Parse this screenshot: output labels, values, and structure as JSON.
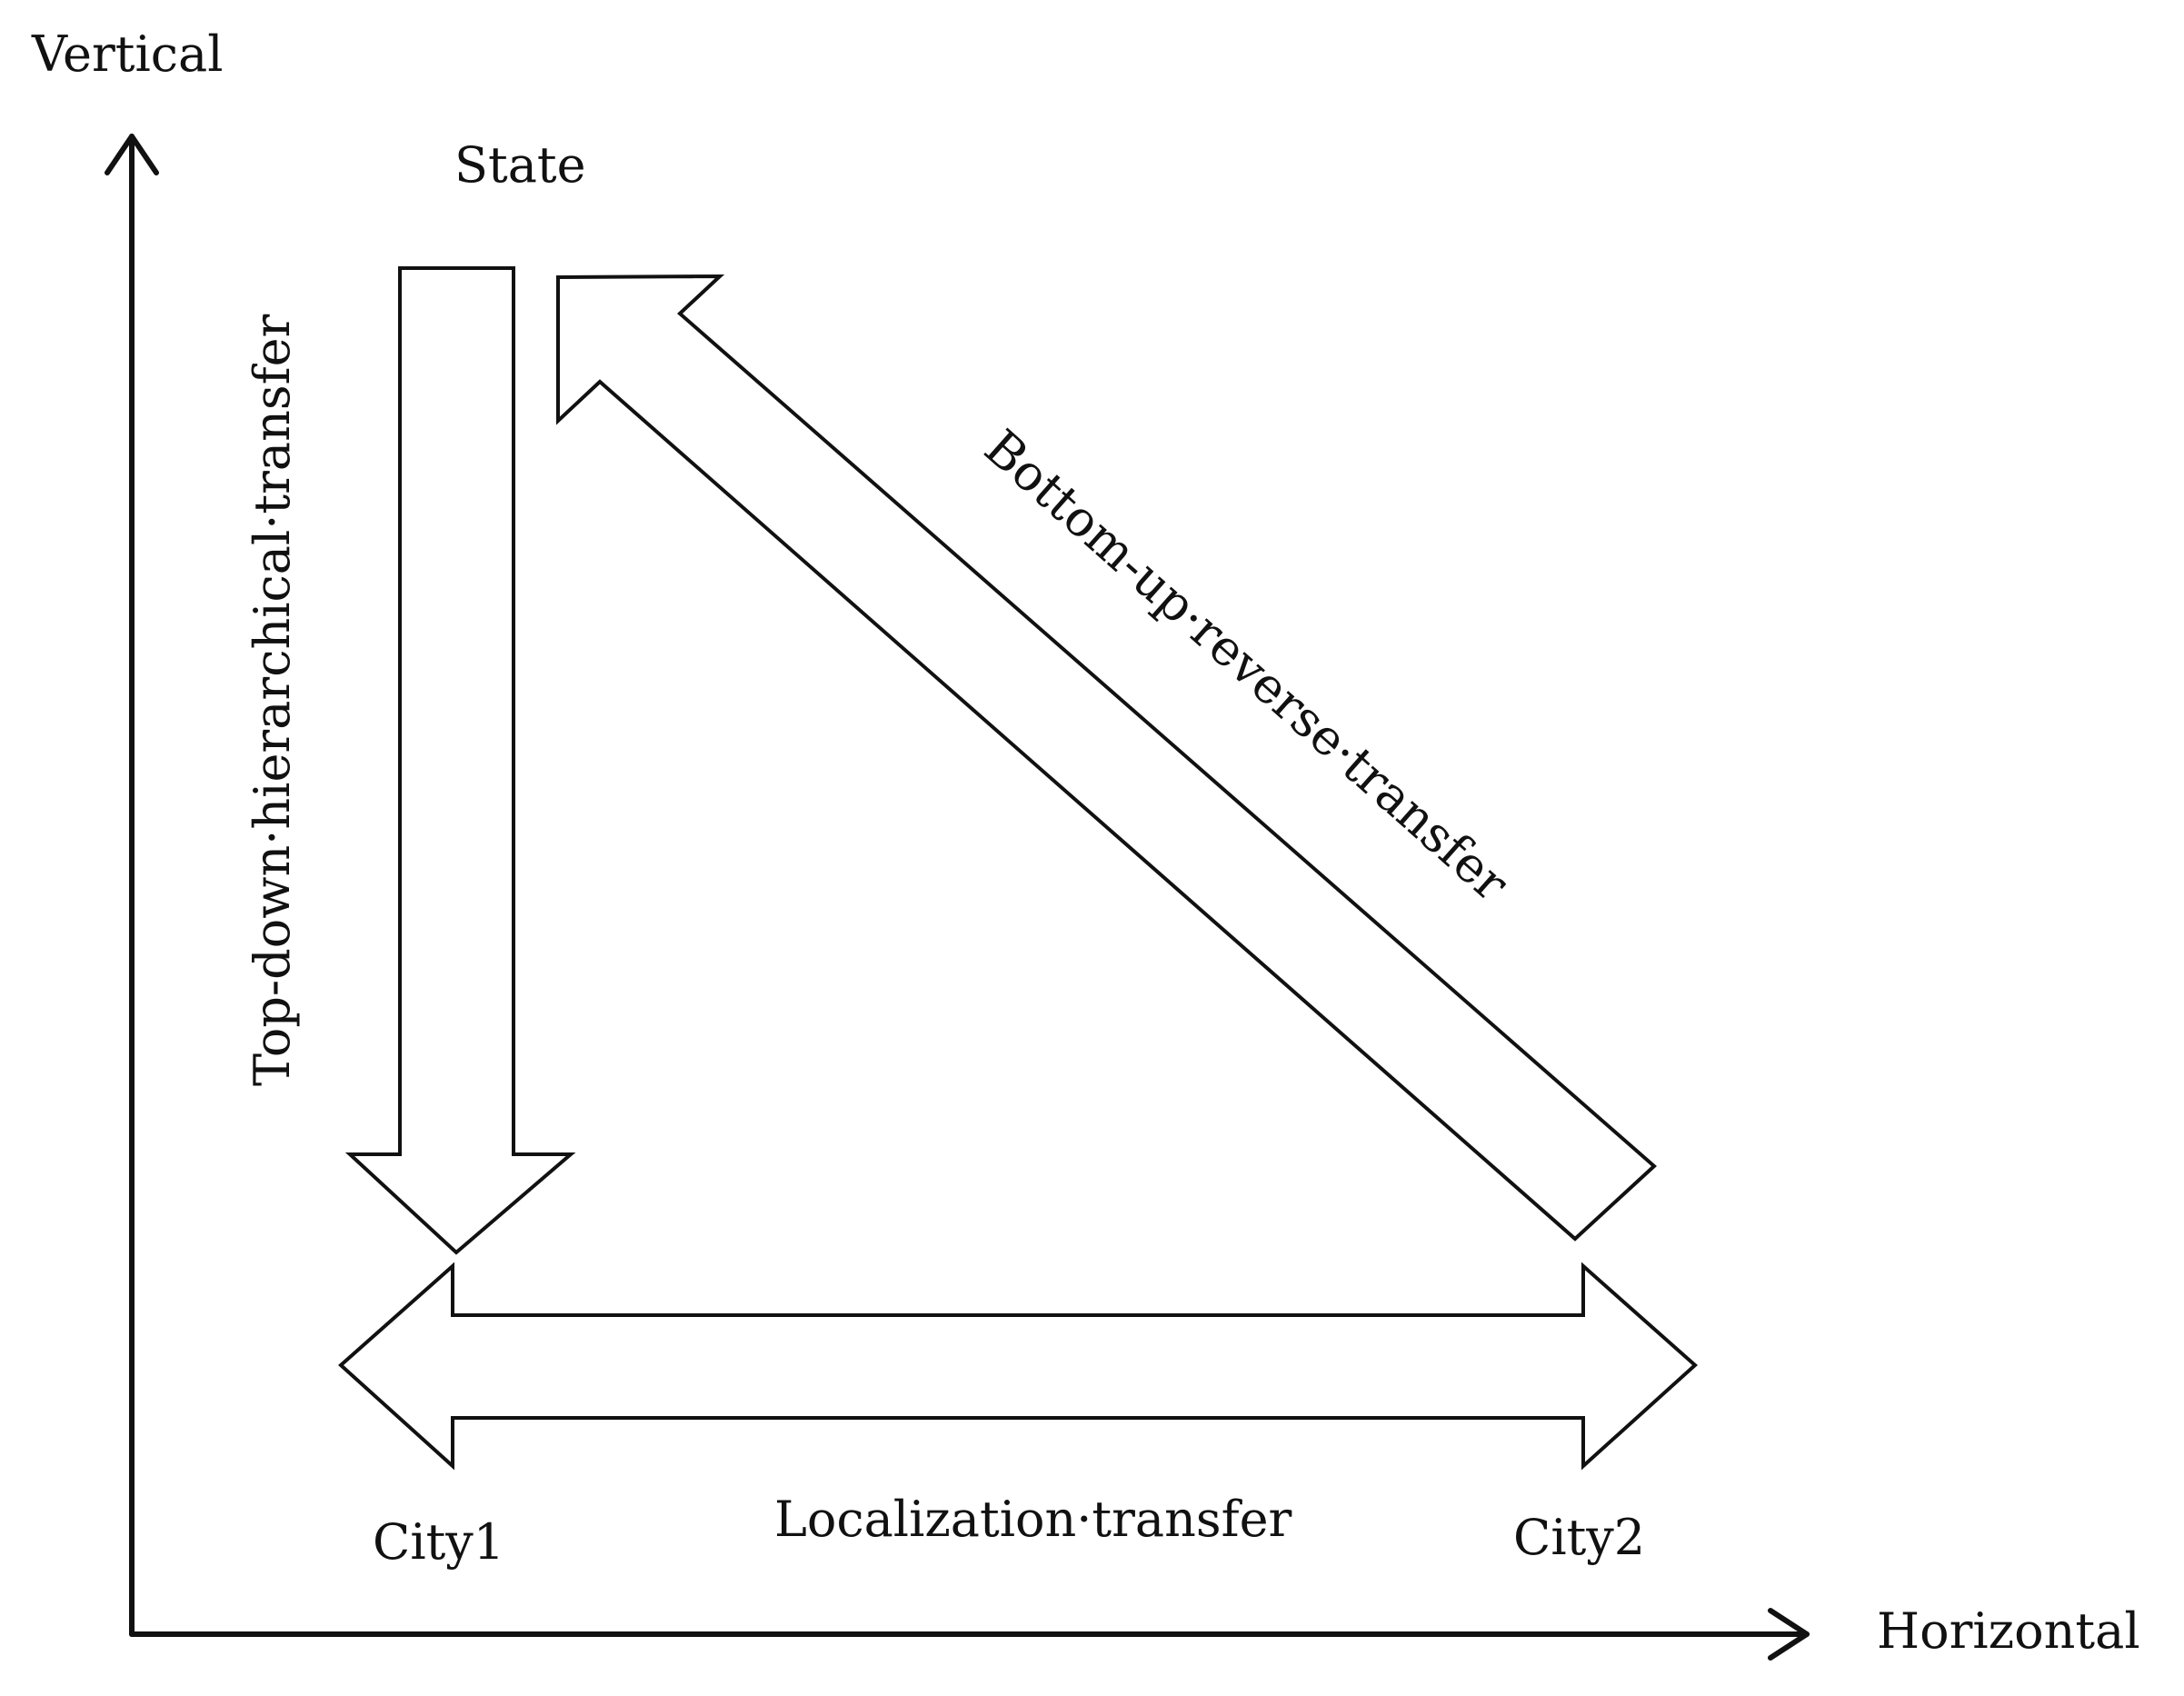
{
  "axes": {
    "vertical_label": "Vertical",
    "horizontal_label": "Horizontal"
  },
  "nodes": {
    "state": "State",
    "city1": "City1",
    "city2": "City2"
  },
  "arrows": {
    "top_down": "Top-down·hierarchical·transfer",
    "bottom_up": "Bottom-up·reverse·transfer",
    "localization": "Localization·transfer"
  }
}
